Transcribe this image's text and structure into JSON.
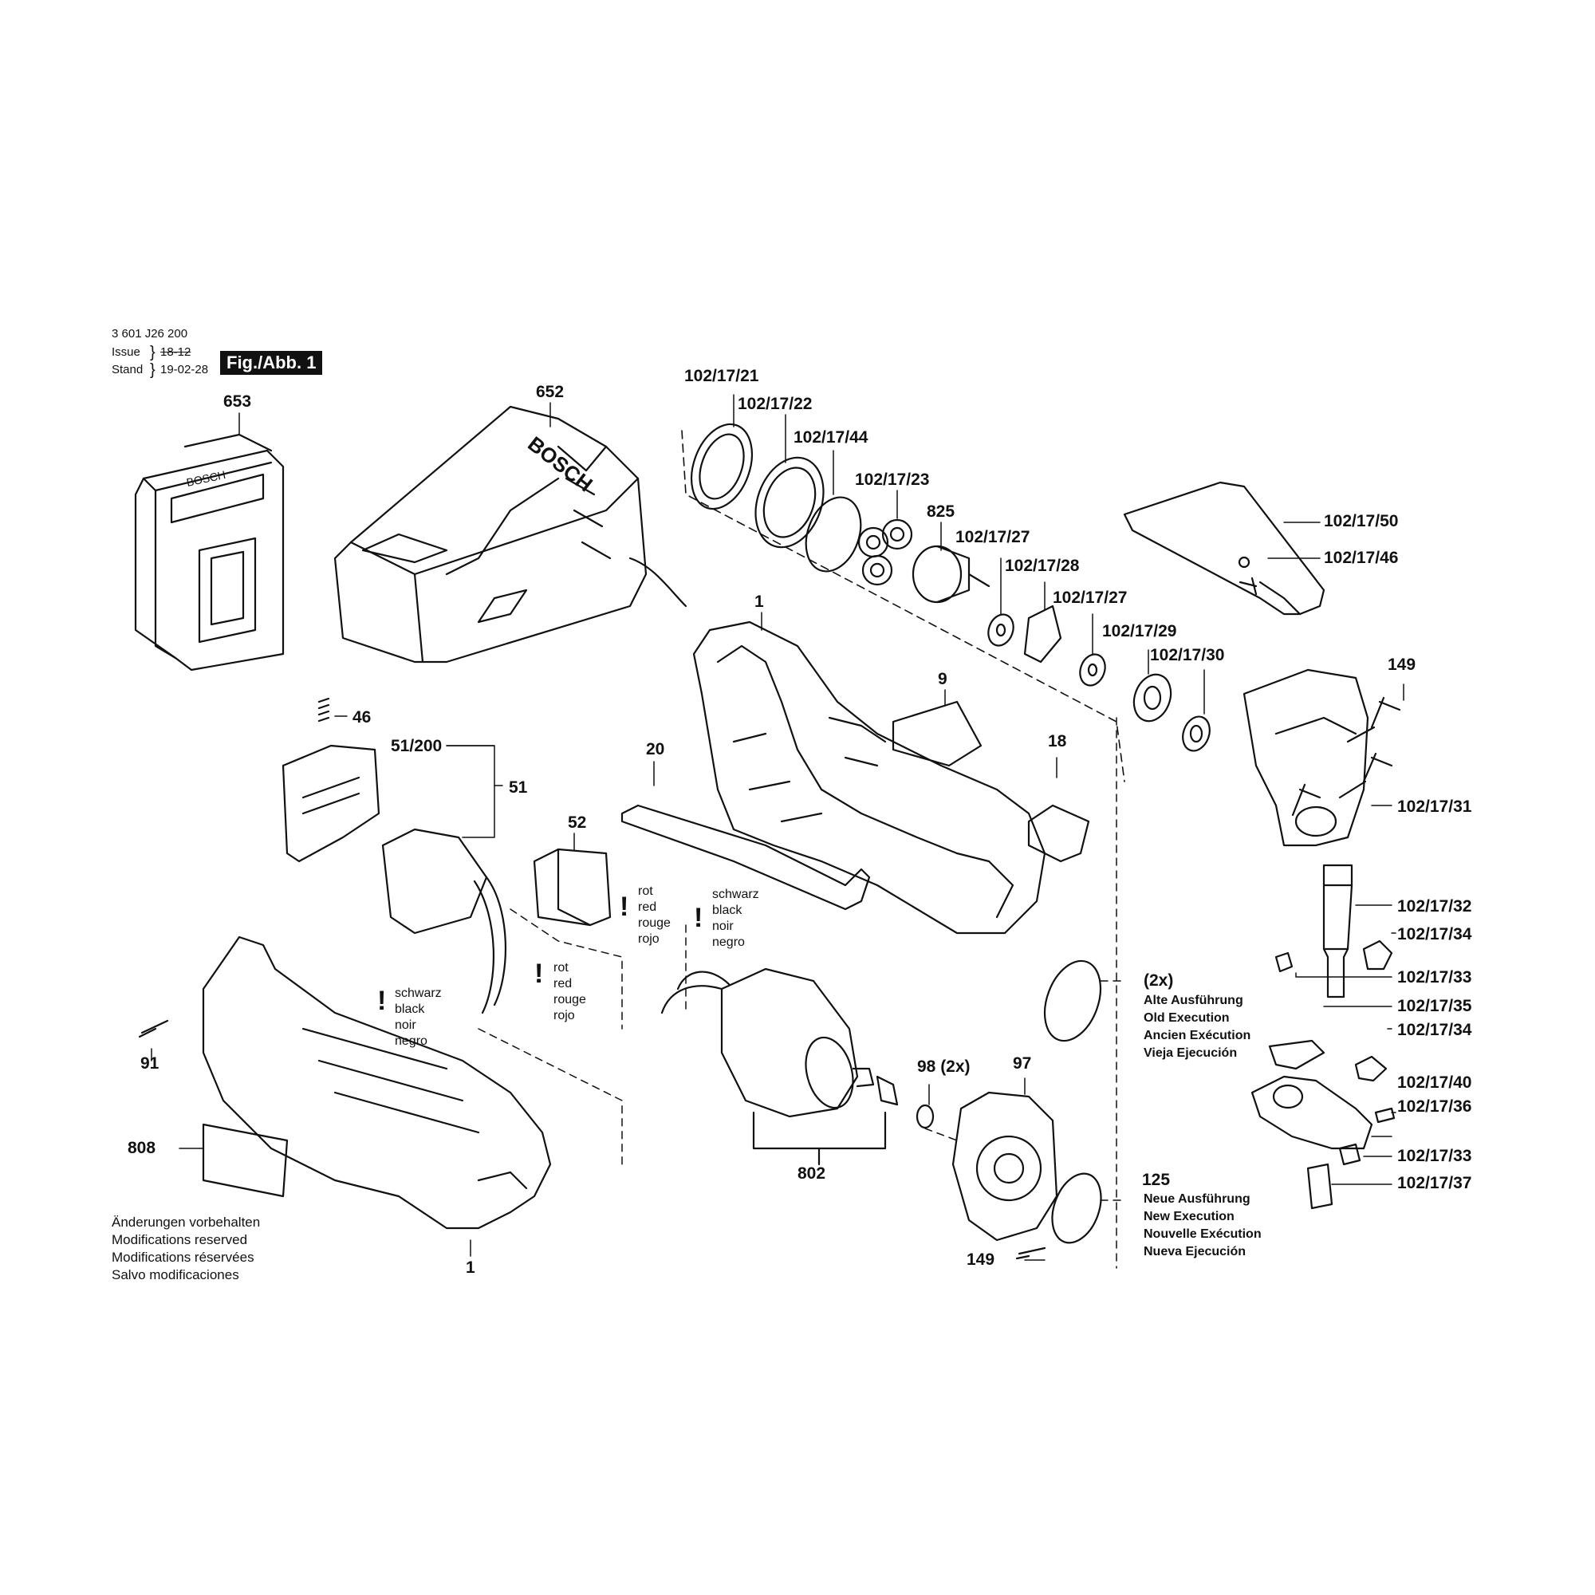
{
  "header": {
    "doc_number": "3 601 J26 200",
    "issue_label": "Issue",
    "stand_label": "Stand",
    "issue_date": "18-12",
    "stand_date": "19-02-28",
    "figure_label": "Fig./Abb. 1"
  },
  "parts": {
    "p653": "653",
    "p652": "652",
    "p102_17_21": "102/17/21",
    "p102_17_22": "102/17/22",
    "p102_17_44": "102/17/44",
    "p102_17_23": "102/17/23",
    "p825": "825",
    "p102_17_27a": "102/17/27",
    "p102_17_28": "102/17/28",
    "p102_17_27b": "102/17/27",
    "p102_17_29": "102/17/29",
    "p102_17_30": "102/17/30",
    "p102_17_50": "102/17/50",
    "p102_17_46": "102/17/46",
    "p1_top": "1",
    "p9": "9",
    "p149_top": "149",
    "p46": "46",
    "p51_200": "51/200",
    "p51": "51",
    "p20": "20",
    "p18": "18",
    "p102_17_31": "102/17/31",
    "p52": "52",
    "p102_17_32": "102/17/32",
    "p102_17_34a": "102/17/34",
    "p102_17_33a": "102/17/33",
    "p2x": "(2x)",
    "p102_17_35": "102/17/35",
    "p102_17_34b": "102/17/34",
    "p91": "91",
    "p98": "98 (2x)",
    "p97": "97",
    "p102_17_40": "102/17/40",
    "p102_17_36": "102/17/36",
    "p808": "808",
    "p802": "802",
    "p125": "125",
    "p102_17_33b": "102/17/33",
    "p102_17_37": "102/17/37",
    "p149_bottom": "149",
    "p1_bottom": "1"
  },
  "execution_notes": {
    "old": [
      "Alte Ausführung",
      "Old Execution",
      "Ancien Exécution",
      "Vieja Ejecución"
    ],
    "new": [
      "Neue Ausführung",
      "New Execution",
      "Nouvelle Exécution",
      "Nueva Ejecución"
    ]
  },
  "wire_labels": {
    "black_left": [
      "schwarz",
      "black",
      "noir",
      "negro"
    ],
    "red_left": [
      "rot",
      "red",
      "rouge",
      "rojo"
    ],
    "red_motor": [
      "rot",
      "red",
      "rouge",
      "rojo"
    ],
    "black_motor": [
      "schwarz",
      "black",
      "noir",
      "negro"
    ],
    "excl": "!"
  },
  "footer_notes": [
    "Änderungen vorbehalten",
    "Modifications reserved",
    "Modifications réservées",
    "Salvo modificaciones"
  ],
  "brand": "BOSCH"
}
